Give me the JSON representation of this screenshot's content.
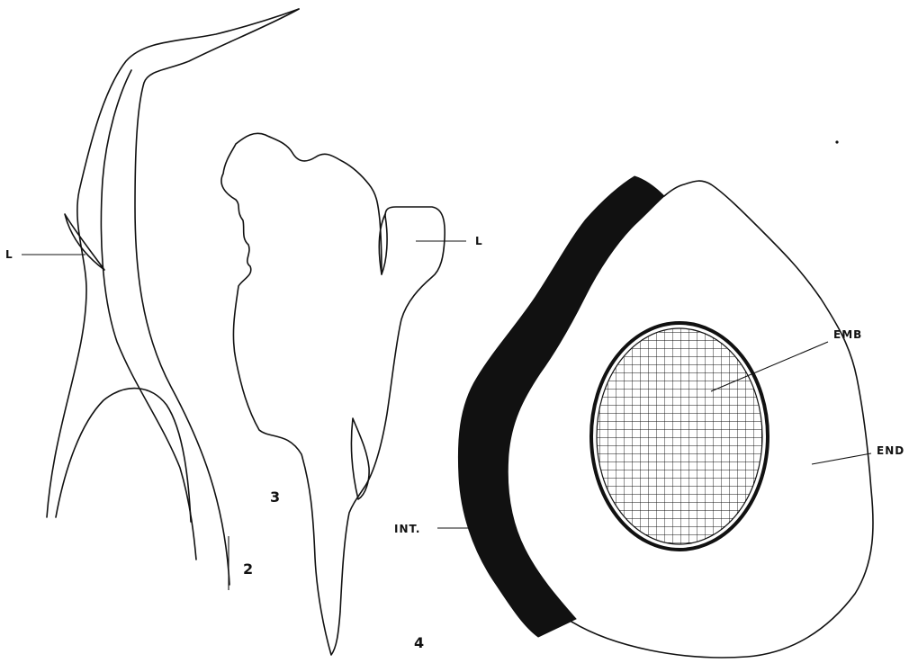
{
  "figure": {
    "labels": {
      "fig2_L": "L",
      "fig3_L": "L",
      "emb": "EMB",
      "end": "END",
      "int": "INT."
    },
    "figure_numbers": {
      "fig2": "2",
      "fig3": "3",
      "fig4": "4"
    },
    "colors": {
      "ink": "#111111",
      "paper": "#ffffff"
    }
  }
}
